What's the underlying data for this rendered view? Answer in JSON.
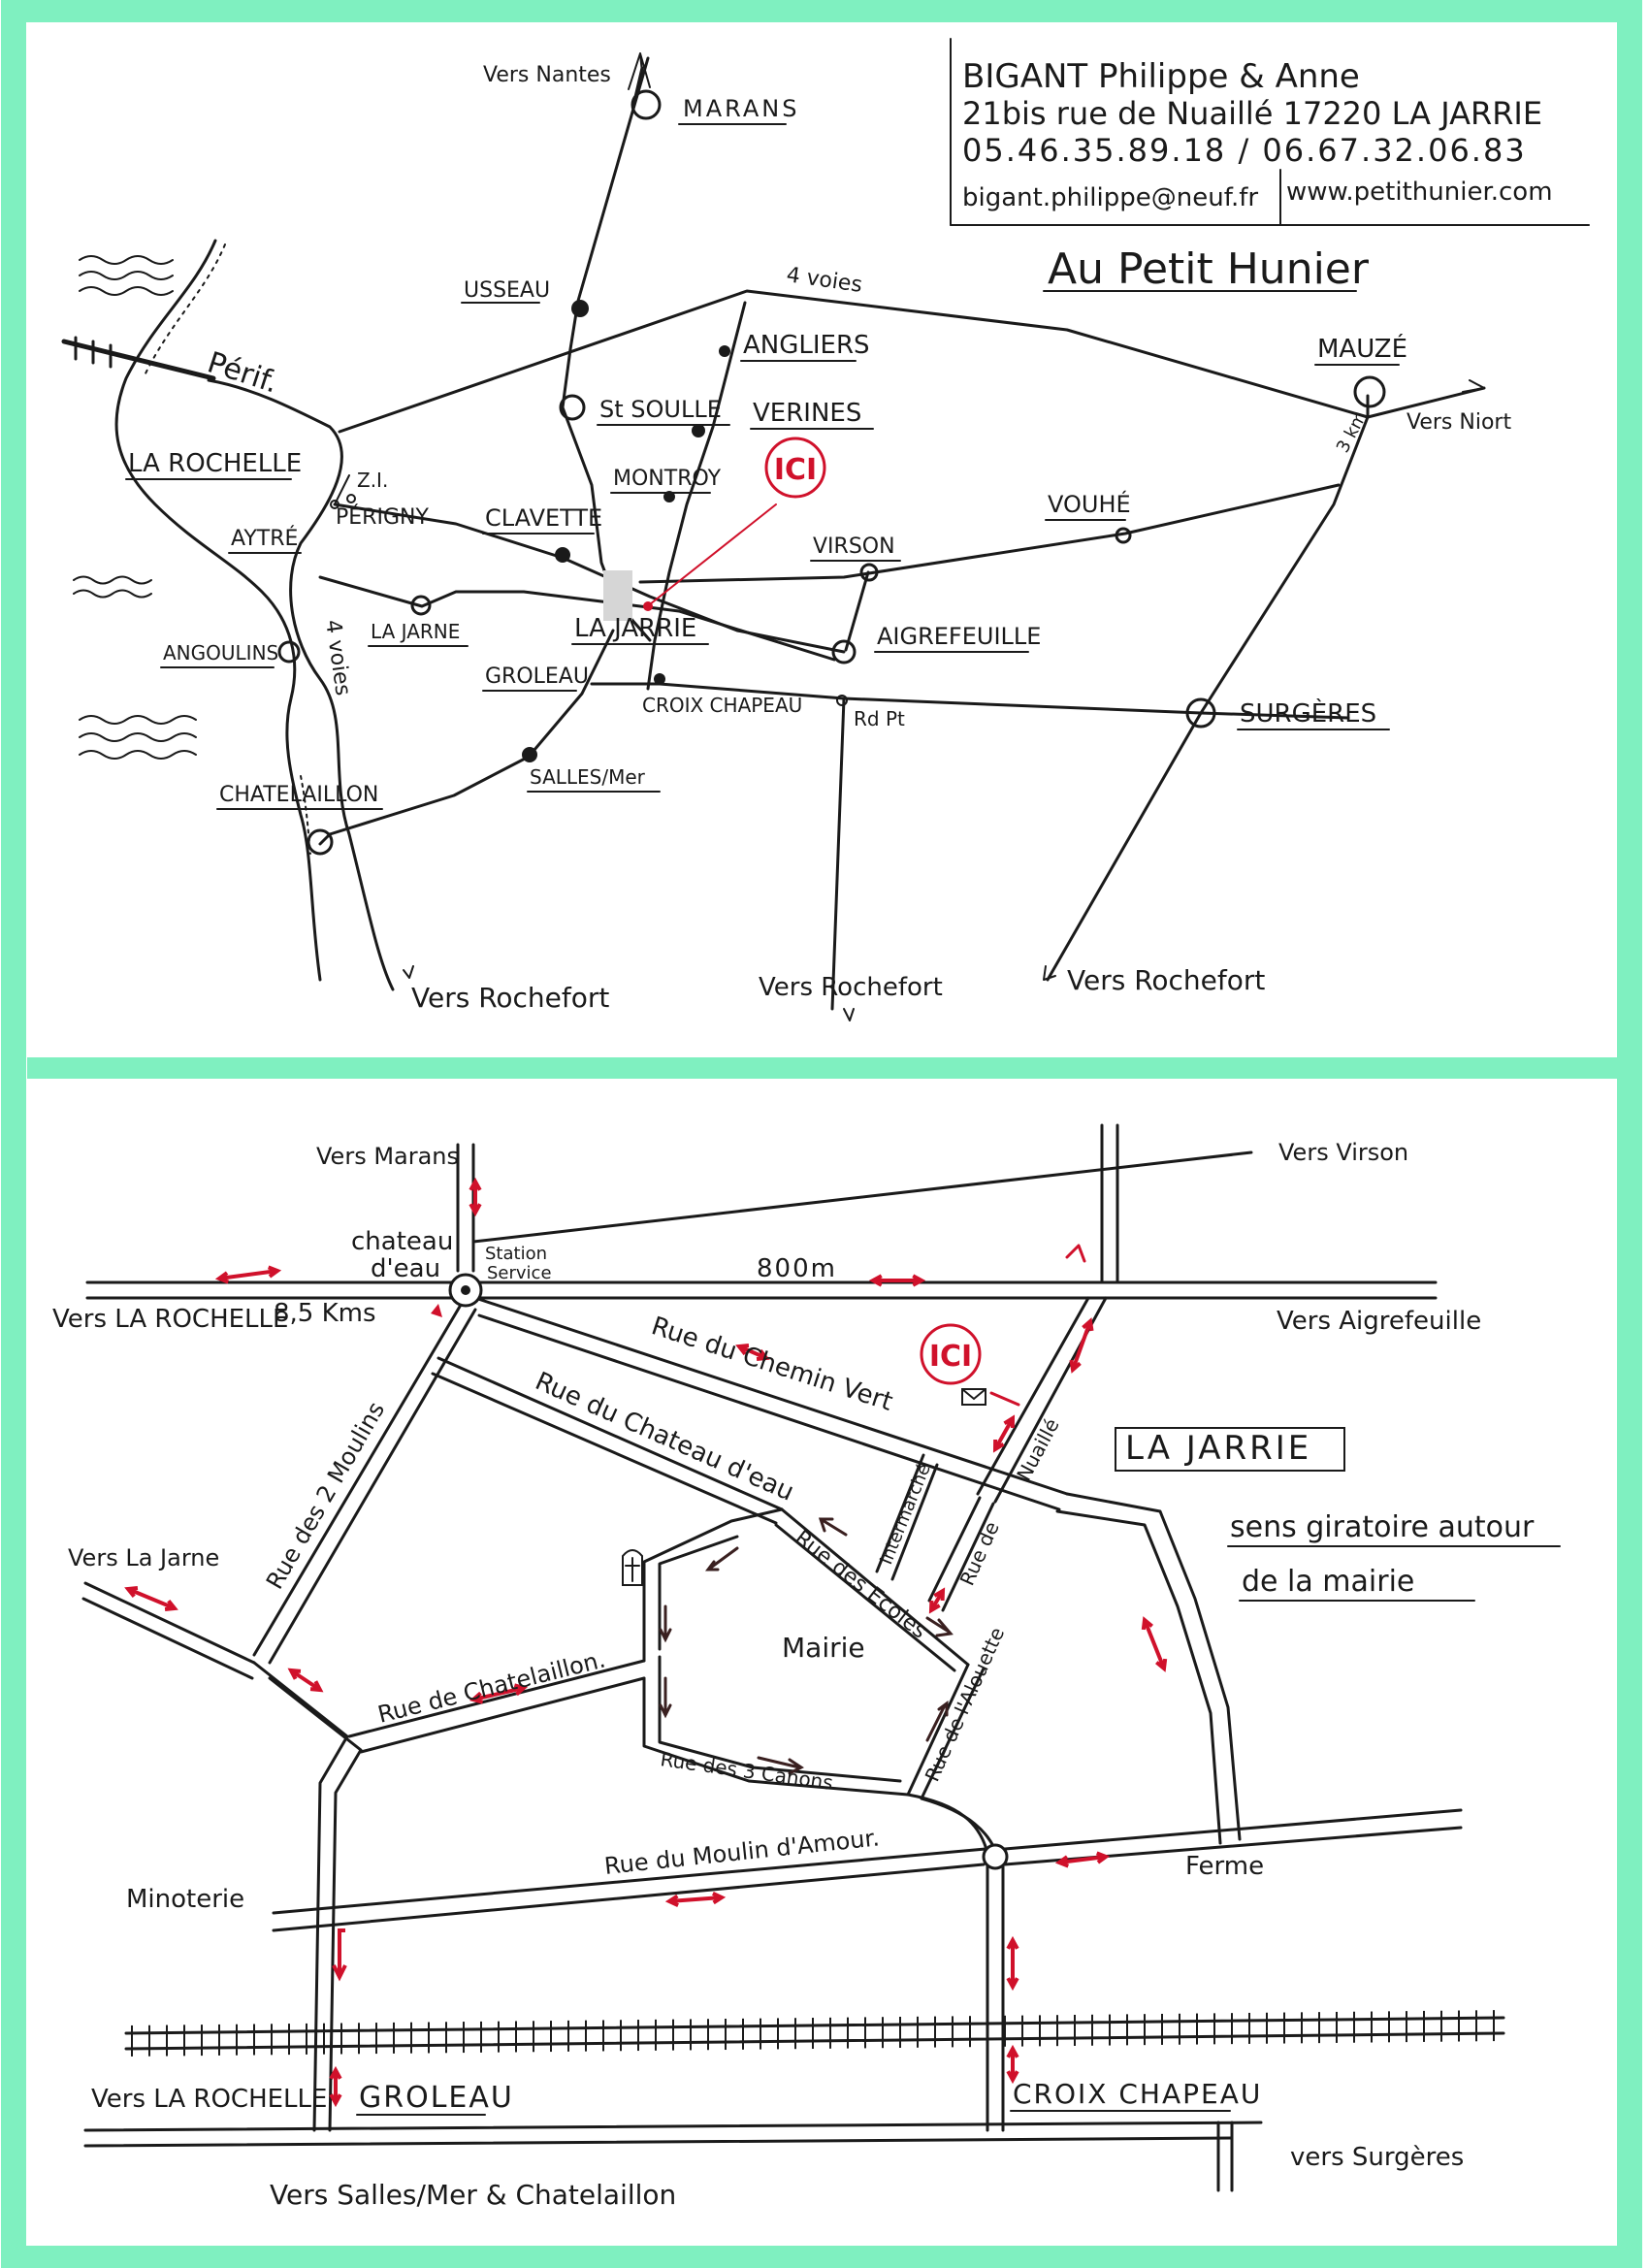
{
  "colors": {
    "frame": "#7ff0c0",
    "ink": "#1a1a1a",
    "accent": "#d0112b",
    "marker": "#d0112b",
    "town_highlight": "#d6d6d6"
  },
  "contact": {
    "name": "BIGANT Philippe & Anne",
    "address": "21bis rue de Nuaillé 17220 LA JARRIE",
    "phone": "05.46.35.89.18 / 06.67.32.06.83",
    "email": "bigant.philippe@neuf.fr",
    "website": "www.petithunier.com"
  },
  "top_map": {
    "title": "Au Petit Hunier",
    "here_marker": "ICI",
    "places": {
      "marans": "MARANS",
      "usseau": "USSEAU",
      "angliers": "ANGLIERS",
      "st_souelle": "St SOULLE",
      "verines": "VERINES",
      "mauze": "MAUZÉ",
      "la_rochelle": "LA ROCHELLE",
      "zi": "Z.I.",
      "perigny": "PÉRIGNY",
      "clavette": "CLAVETTE",
      "montroy": "MONTROY",
      "aytre": "AYTRÉ",
      "vouhe": "VOUHÉ",
      "virson": "VIRSON",
      "la_jarne": "LA JARNE",
      "la_jarrie": "LA JARRIE",
      "aigrefeuille": "AIGREFEUILLE",
      "angoulins": "ANGOULINS",
      "groleau": "GROLEAU",
      "croix_chapeau": "CROIX CHAPEAU",
      "rd_pt": "Rd Pt",
      "surgeres": "SURGÈRES",
      "chatelaillon": "CHATELAILLON",
      "salles_mer": "SALLES/Mer"
    },
    "directions": {
      "nantes": "Vers Nantes",
      "niort": "Vers Niort",
      "rochefort_1": "Vers Rochefort",
      "rochefort_2": "Vers Rochefort",
      "rochefort_3": "Vers Rochefort"
    },
    "roads": {
      "four_lanes_a": "4 voies",
      "four_lanes_b": "4 voies",
      "peripherique": "Périf.",
      "distance_3km": "3 km"
    }
  },
  "bottom_map": {
    "town_title": "LA JARRIE",
    "note_line1": "sens giratoire autour",
    "note_line2": "de la mairie",
    "here_marker": "ICI",
    "directions": {
      "marans": "Vers Marans",
      "virson": "Vers Virson",
      "la_rochelle_top": "Vers LA ROCHELLE",
      "distance_lr": "8,5 Kms",
      "aigrefeuille": "Vers Aigrefeuille",
      "la_jarne": "Vers La Jarne",
      "la_rochelle_bottom": "Vers LA ROCHELLE",
      "surgeres": "vers Surgères",
      "salles_chatelaillon": "Vers Salles/Mer & Chatelaillon"
    },
    "labels": {
      "chateau_line1": "chateau",
      "chateau_line2": "d'eau",
      "station_line1": "Station",
      "station_line2": "Service",
      "distance_800": "800m",
      "mairie": "Mairie",
      "minoterie": "Minoterie",
      "ferme": "Ferme",
      "groleau": "GROLEAU",
      "croix_chapeau": "CROIX CHAPEAU"
    },
    "streets": {
      "chemin_vert": "Rue du Chemin Vert",
      "chateau_eau": "Rue du Chateau d'eau",
      "deux_moulins": "Rue des 2 Moulins",
      "chatelaillon": "Rue de Chatelaillon.",
      "ecoles": "Rue des Ecoles",
      "trois_canons": "Rue des 3 Canons",
      "alouette": "Rue de l'Alouette",
      "moulin_amour": "Rue du Moulin d'Amour.",
      "intermarche": "Intermarché",
      "nuaille_a": "Rue de",
      "nuaille_b": "Nuaillé"
    }
  }
}
